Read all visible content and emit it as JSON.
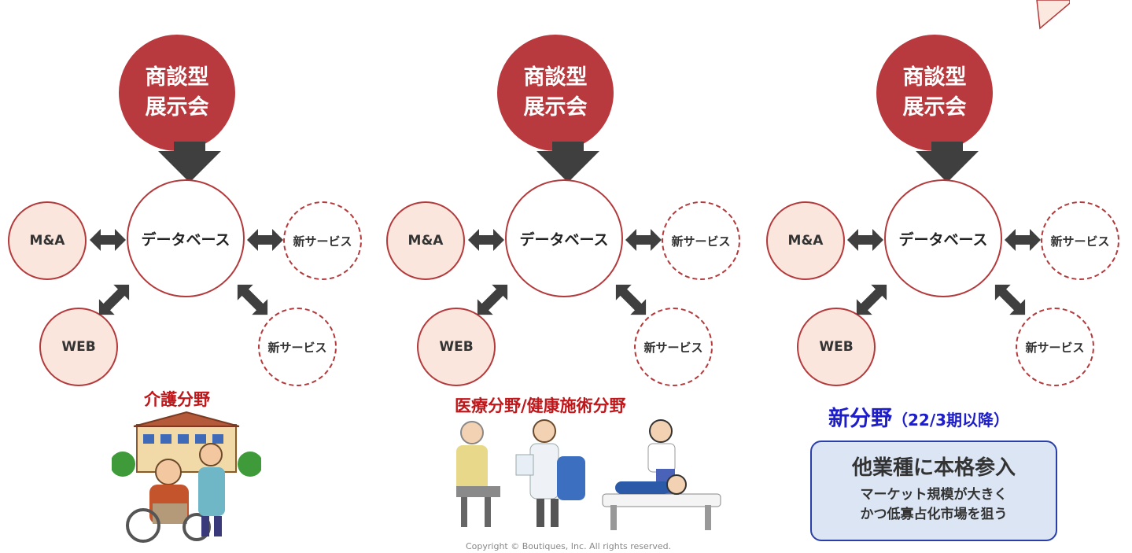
{
  "diagrams": [
    {
      "hub": {
        "line1": "商談型",
        "line2": "展示会"
      },
      "center": "データベース",
      "left": "M&A",
      "right": "新サービス",
      "bottom_left": "WEB",
      "bottom_right": "新サービス",
      "caption": "介護分野"
    },
    {
      "hub": {
        "line1": "商談型",
        "line2": "展示会"
      },
      "center": "データベース",
      "left": "M&A",
      "right": "新サービス",
      "bottom_left": "WEB",
      "bottom_right": "新サービス",
      "caption": "医療分野/健康施術分野"
    },
    {
      "hub": {
        "line1": "商談型",
        "line2": "展示会"
      },
      "center": "データベース",
      "left": "M&A",
      "right": "新サービス",
      "bottom_left": "WEB",
      "bottom_right": "新サービス",
      "caption": "新分野",
      "caption_sub": "（22/3期以降）"
    }
  ],
  "callout": {
    "title": "他業種に本格参入",
    "line1": "マーケット規模が大きく",
    "line2": "かつ低寡占化市場を狙う"
  },
  "copyright": "Copyright © Boutiques, Inc. All rights reserved.",
  "colors": {
    "hub": "#b83a3e",
    "border": "#b33a3c",
    "satellite_fill": "#fae6dc",
    "arrow": "#3f3f3f",
    "caption_red": "#c0171b",
    "caption_blue": "#1d1dc9",
    "callout_fill": "#dbe5f3",
    "callout_border": "#2b3fa8"
  }
}
